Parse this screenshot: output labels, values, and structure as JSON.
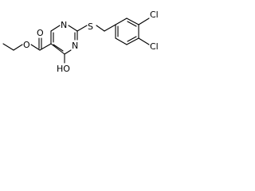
{
  "structure": {
    "atom_labels": {
      "ring_n_top": "N",
      "ring_n_bottom": "N",
      "thioether_s": "S",
      "chloro_upper": "Cl",
      "chloro_lower": "Cl",
      "ester_o_double": "O",
      "ester_o_single": "O",
      "hydroxyl": "HO"
    },
    "colors": {
      "bond": "#000000",
      "text": "#000000",
      "background": "#ffffff"
    }
  }
}
